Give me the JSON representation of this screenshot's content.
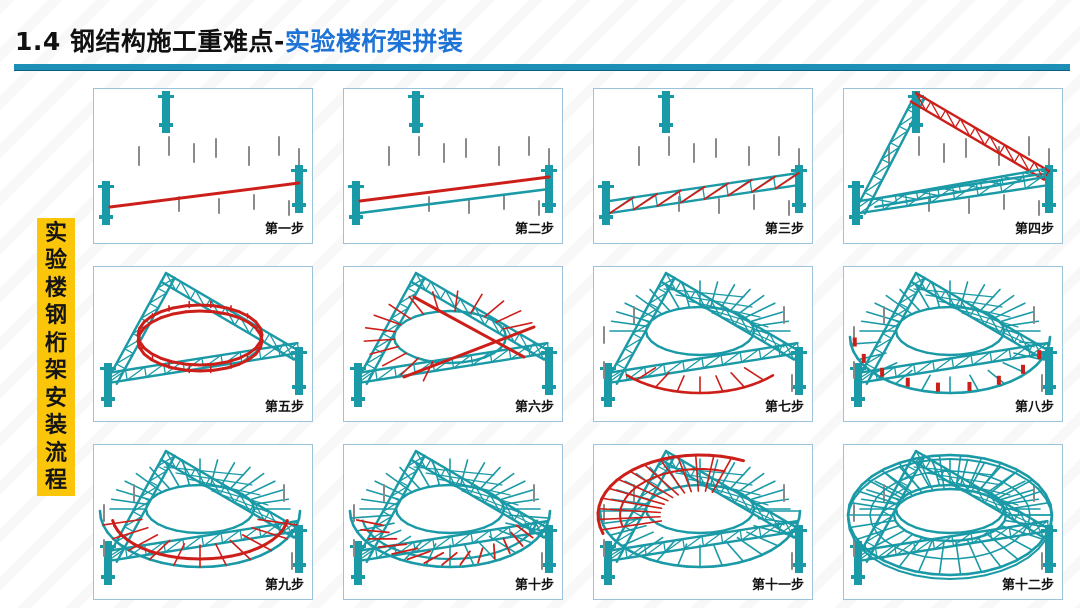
{
  "header": {
    "title_main": "1.4 钢结构施工重难点-",
    "title_sub": "实验楼桁架拼装"
  },
  "side_label": {
    "chars": [
      "实",
      "验",
      "楼",
      "钢",
      "桁",
      "架",
      "安",
      "装",
      "流",
      "程"
    ]
  },
  "colors": {
    "steel": "#1a9aa6",
    "active": "#cc1f1a",
    "column": "#8a8a8a",
    "title_blue": "#1e73d6",
    "rule": "#1d8fb6",
    "label_bg": "#fbc60a"
  },
  "steps": [
    {
      "label": "第一步",
      "stage": 1
    },
    {
      "label": "第二步",
      "stage": 2
    },
    {
      "label": "第三步",
      "stage": 3
    },
    {
      "label": "第四步",
      "stage": 4
    },
    {
      "label": "第五步",
      "stage": 5
    },
    {
      "label": "第六步",
      "stage": 6
    },
    {
      "label": "第七步",
      "stage": 7
    },
    {
      "label": "第八步",
      "stage": 8
    },
    {
      "label": "第九步",
      "stage": 9
    },
    {
      "label": "第十步",
      "stage": 10
    },
    {
      "label": "第十一步",
      "stage": 11
    },
    {
      "label": "第十二步",
      "stage": 12
    }
  ]
}
